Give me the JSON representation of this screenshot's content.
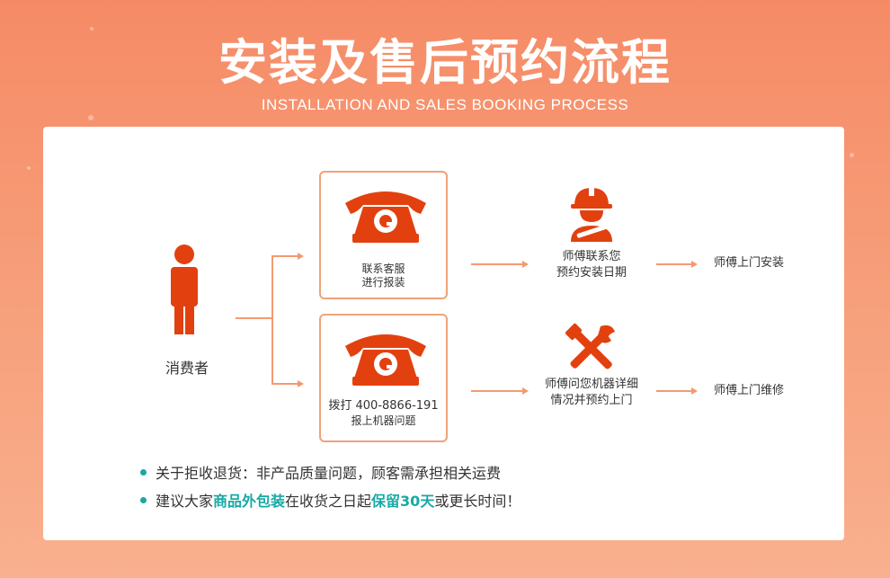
{
  "header": {
    "title": "安装及售后预约流程",
    "subtitle": "INSTALLATION AND SALES BOOKING PROCESS"
  },
  "flow": {
    "consumer_label": "消费者",
    "box1": {
      "line1": "联系客服",
      "line2": "进行报装"
    },
    "box2": {
      "line1": "拨打 400-8866-191",
      "line2": "报上机器问题"
    },
    "step1": {
      "line1": "师傅联系您",
      "line2": "预约安装日期"
    },
    "step2": {
      "line1": "师傅问您机器详细",
      "line2": "情况并预约上门"
    },
    "result1": "师傅上门安装",
    "result2": "师傅上门维修"
  },
  "notes": {
    "note1": "关于拒收退货：非产品质量问题，顾客需承担相关运费",
    "note2_part1": "建议大家",
    "note2_hl1": "商品外包装",
    "note2_part2": "在收货之日起",
    "note2_hl2": "保留30天",
    "note2_part3": "或更长时间！"
  },
  "colors": {
    "accent": "#e2410f",
    "teal": "#17a9a5",
    "line": "#f39a70",
    "background": "#f58b66"
  },
  "icons": [
    "person-icon",
    "telephone-icon",
    "worker-icon",
    "tools-icon"
  ]
}
